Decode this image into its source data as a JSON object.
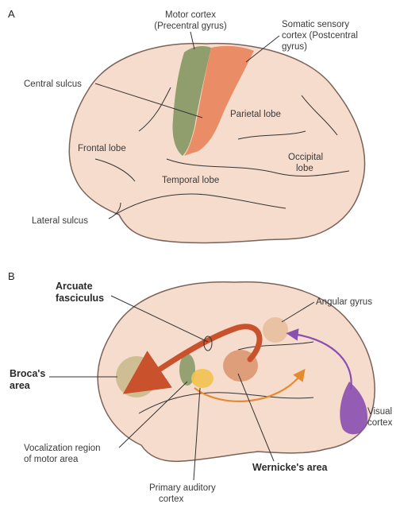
{
  "panel_a": {
    "letter": "A",
    "labels": {
      "motor_cortex_1": "Motor cortex",
      "motor_cortex_2": "(Precentral gyrus)",
      "somatic_1": "Somatic sensory",
      "somatic_2": "cortex (Postcentral",
      "somatic_3": "gyrus)",
      "central_sulcus": "Central sulcus",
      "parietal_lobe": "Parietal lobe",
      "frontal_lobe": "Frontal lobe",
      "occipital_1": "Occipital",
      "occipital_2": "lobe",
      "temporal_lobe": "Temporal lobe",
      "lateral_sulcus": "Lateral sulcus"
    }
  },
  "panel_b": {
    "letter": "B",
    "labels": {
      "arcuate_1": "Arcuate",
      "arcuate_2": "fasciculus",
      "angular_gyrus": "Angular gyrus",
      "broca_1": "Broca's",
      "broca_2": "area",
      "visual_1": "Visual",
      "visual_2": "cortex",
      "vocal_1": "Vocalization region",
      "vocal_2": "of motor area",
      "wernicke": "Wernicke's area",
      "auditory_1": "Primary auditory",
      "auditory_2": "cortex"
    }
  },
  "colors": {
    "brain_fill": "#f6dccd",
    "brain_outline": "#7a6258",
    "motor": "#8a9a68",
    "somatic": "#e9875f",
    "arcuate": "#c9512c",
    "visual": "#8a4fb0",
    "auditory": "#f2c250",
    "loop": "#e68a2e"
  }
}
